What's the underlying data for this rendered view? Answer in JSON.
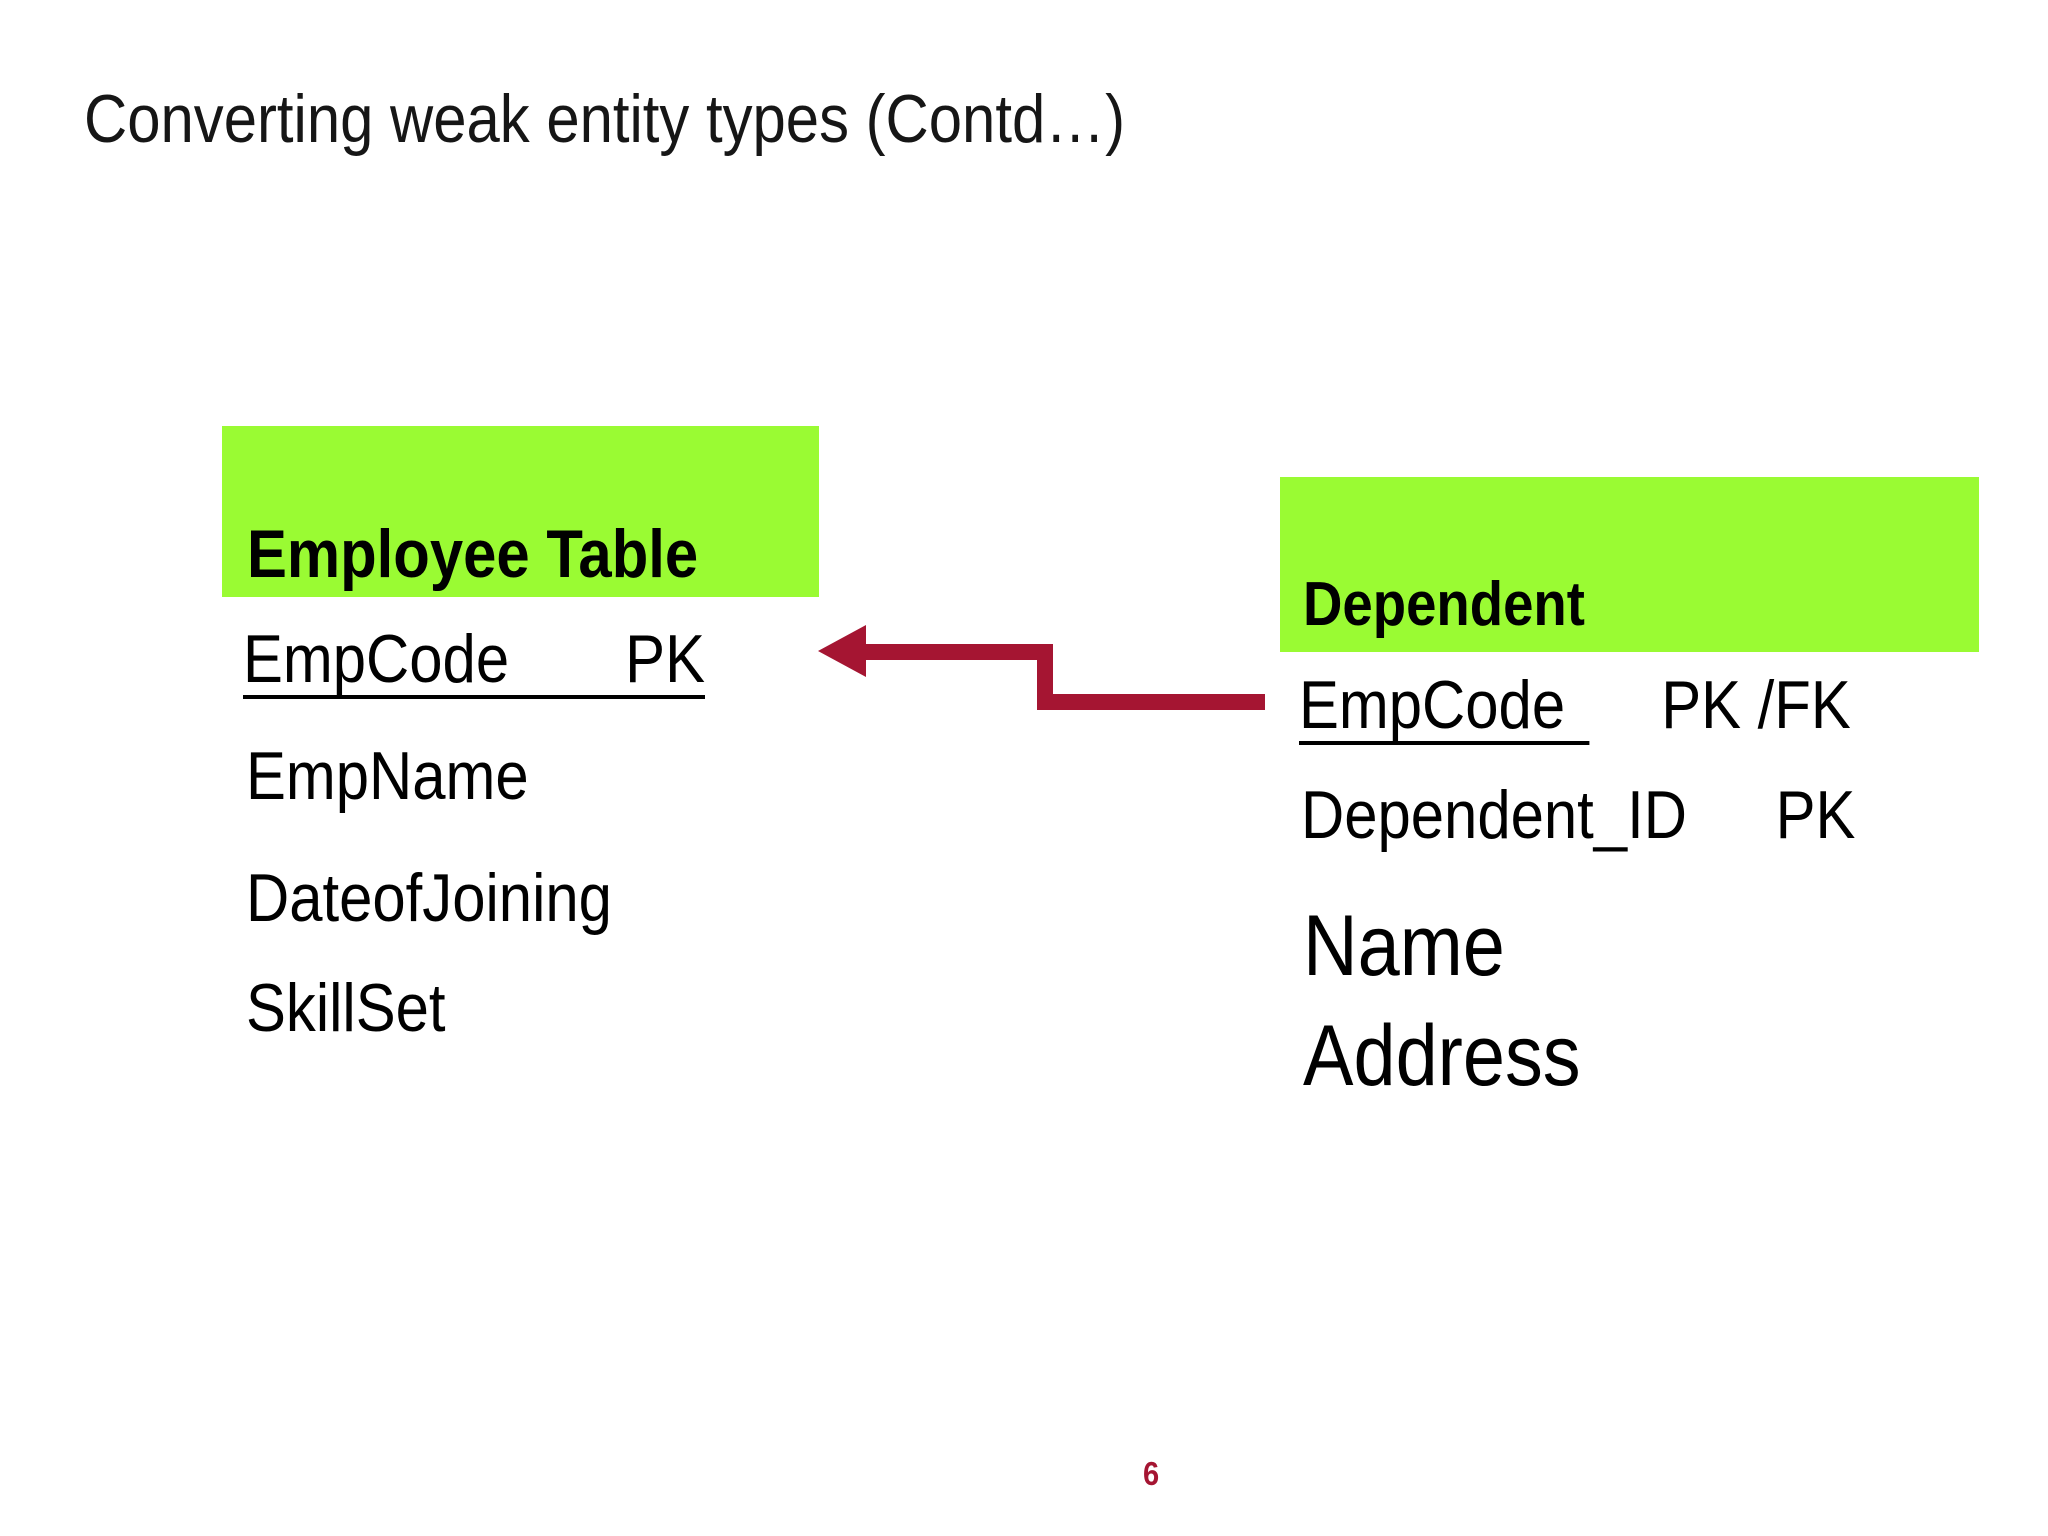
{
  "slide": {
    "title": "Converting weak entity types (Contd…)",
    "page_number": "6"
  },
  "employee_table": {
    "header": "Employee Table",
    "rows": [
      {
        "name": "EmpCode",
        "key": "PK",
        "underlined": true
      },
      {
        "name": "EmpName"
      },
      {
        "name": "DateofJoining"
      },
      {
        "name": "SkillSet"
      }
    ]
  },
  "dependent_table": {
    "header": "Dependent",
    "rows": [
      {
        "name": "EmpCode",
        "key": "PK /FK",
        "underlined": true
      },
      {
        "name": "Dependent_ID",
        "key": "PK"
      },
      {
        "name": "Name"
      },
      {
        "name": "Address"
      }
    ]
  },
  "arrow": {
    "meaning": "foreign key reference from Dependent.EmpCode to Employee.EmpCode",
    "direction": "right-to-left"
  },
  "colors": {
    "highlight_green": "#9AFB33",
    "arrow_red": "#A51532",
    "page_number_red": "#A51532",
    "text_black": "#0b0b0b",
    "background": "#ffffff"
  }
}
